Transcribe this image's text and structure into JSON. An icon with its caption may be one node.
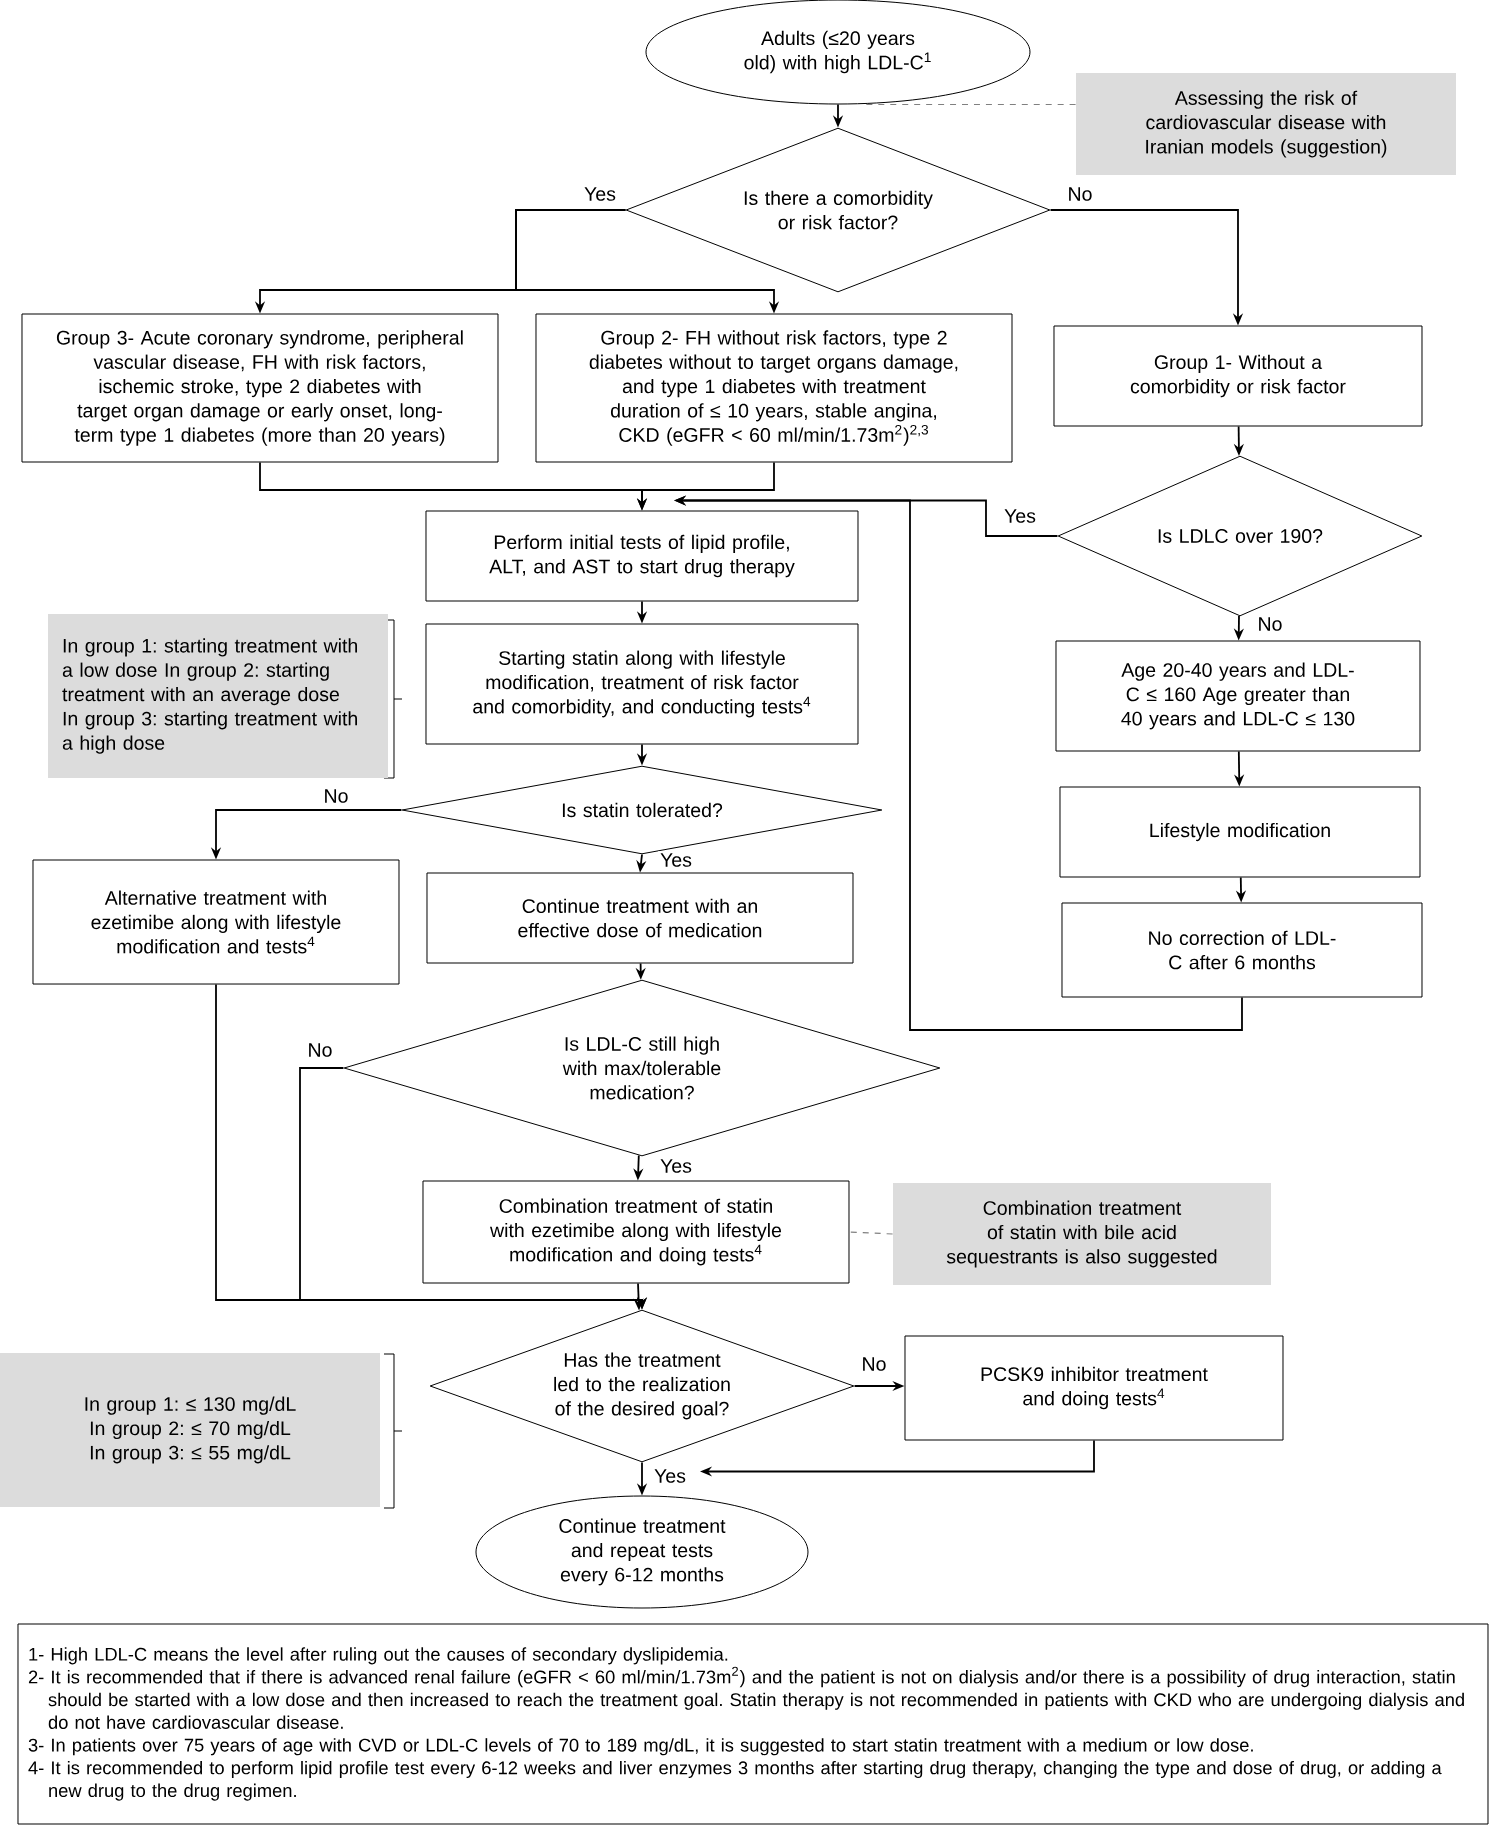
{
  "diagram": {
    "nodes": [
      {
        "text": [
          "Adults (≤20 years old) with high LDL-C$^{1}$"
        ]
      },
      {
        "text": [
          "Assessing the risk of cardiovascular disease with Iranian models (suggestion)"
        ]
      },
      {
        "text": [
          "Is there a comorbidity or risk factor?"
        ]
      },
      {
        "text": [
          "Group 3- Acute coronary syndrome, peripheral vascular disease, FH with risk factors, ischemic stroke, type 2 diabetes with target organ damage or early onset, long-term type 1 diabetes (more than 20 years)"
        ]
      },
      {
        "text": [
          "Group 2- FH without risk factors, type 2 diabetes without to target organs damage, and type 1 diabetes with treatment duration of ≤ 10 years, stable angina, CKD (eGFR < 60 ml/min/1.73m$^{2}$)$^{2,3}$"
        ]
      },
      {
        "text": [
          "Group 1- Without a comorbidity or risk factor"
        ]
      },
      {
        "text": [
          "Perform initial tests of lipid profile, ALT, and AST to start drug therapy"
        ]
      },
      {
        "text": [
          "In group 1: starting treatment with a low dose In group 2: starting treatment with an average dose In group 3: starting treatment with a high dose"
        ]
      },
      {
        "text": [
          "Starting statin along with lifestyle modification, treatment of risk factor and comorbidity, and conducting tests$^{4}$"
        ]
      },
      {
        "text": [
          "Is statin tolerated?"
        ]
      },
      {
        "text": [
          "Alternative treatment with ezetimibe along with lifestyle modification and tests$^{4}$"
        ]
      },
      {
        "text": [
          "Continue treatment with an effective dose of medication"
        ]
      },
      {
        "text": [
          "Is LDLC over 190?"
        ]
      },
      {
        "text": [
          "Age 20-40 years and LDL-C ≤ 160 Age greater than 40 years and LDL-C ≤ 130"
        ]
      },
      {
        "text": [
          "Lifestyle modification"
        ]
      },
      {
        "text": [
          "No correction of LDL-C after 6 months"
        ]
      },
      {
        "text": [
          "Is LDL-C still high with max/tolerable medication?"
        ]
      },
      {
        "text": [
          "Combination treatment of statin with ezetimibe along with lifestyle modification and doing tests$^{4}$"
        ]
      },
      {
        "text": [
          "Combination treatment of statin with bile acid sequestrants is also suggested"
        ]
      },
      {
        "text": [
          "Has the treatment led to the realization of the desired goal?"
        ]
      },
      {
        "text": [
          "In group 1: ≤ 130 mg/dL In group 2: ≤ 70 mg/dL In group 3: ≤ 55 mg/dL"
        ]
      },
      {
        "text": [
          "PCSK9 inhibitor treatment and doing tests$^{4}$"
        ]
      },
      {
        "text": [
          "Continue treatment and repeat tests every 6-12 months"
        ]
      },
      {
        "text": [
          "1- High LDL-C means the level after ruling out the causes of secondary dyslipidemia.",
          "2- It is recommended that if there is advanced renal failure (eGFR < 60 ml/min/1.73m$^{2}$) and the patient is not on dialysis and/or there is a possibility of drug interaction, statin should be started with a low dose and then increased to reach the treatment goal. Statin therapy is not recommended in patients with CKD who are undergoing dialysis and do not have cardiovascular disease.",
          "3- In patients over 75 years of age with CVD or LDL-C levels of 70 to 189 mg/dL, it is suggested to start statin treatment with a medium or low dose.",
          "4- It is recommended to perform lipid profile test every 6-12 weeks and liver enzymes 3 months after starting drug therapy, changing the type and dose of drug, or adding a new drug to the drug regimen."
        ]
      }
    ],
    "edges": [
      {
        "from": 0,
        "to": 2,
        "arrow": "to"
      },
      {
        "from": 1,
        "to": 0,
        "arrow": "none",
        "style": "dashed",
        "color": "#808080"
      },
      {
        "from": 2,
        "to": 3,
        "arrow": "to",
        "label": "Yes"
      },
      {
        "from": 2,
        "to": 4,
        "arrow": "to"
      },
      {
        "from": 2,
        "to": 5,
        "arrow": "to",
        "label": "No"
      },
      {
        "from": 3,
        "to": 6,
        "arrow": "to"
      },
      {
        "from": 4,
        "to": 6,
        "arrow": "to"
      },
      {
        "from": 5,
        "to": 12,
        "arrow": "to"
      },
      {
        "from": 12,
        "to": 6,
        "arrow": "to",
        "label": "Yes"
      },
      {
        "from": 6,
        "to": 8,
        "arrow": "to"
      },
      {
        "from": 8,
        "to": 9,
        "arrow": "to"
      },
      {
        "from": 9,
        "to": 10,
        "arrow": "to",
        "label": "No"
      },
      {
        "from": 9,
        "to": 11,
        "arrow": "to",
        "label": "Yes"
      },
      {
        "from": 12,
        "to": 13,
        "arrow": "to",
        "label": "No"
      },
      {
        "from": 13,
        "to": 14,
        "arrow": "to"
      },
      {
        "from": 14,
        "to": 15,
        "arrow": "to"
      },
      {
        "from": 15,
        "to": 6,
        "arrow": "to"
      },
      {
        "from": 11,
        "to": 16,
        "arrow": "to"
      },
      {
        "from": 16,
        "to": 17,
        "arrow": "to",
        "label": "Yes"
      },
      {
        "from": 16,
        "to": 19,
        "arrow": "to",
        "label": "No"
      },
      {
        "from": 10,
        "to": 19,
        "arrow": "to"
      },
      {
        "from": 17,
        "to": 19,
        "arrow": "to"
      },
      {
        "from": 19,
        "to": 21,
        "arrow": "to",
        "label": "No"
      },
      {
        "from": 19,
        "to": 22,
        "arrow": "to",
        "label": "Yes"
      },
      {
        "from": 21,
        "to": 22,
        "arrow": "to"
      },
      {
        "from": 18,
        "to": 17,
        "arrow": "none",
        "style": "dashed",
        "color": "#808080"
      }
    ]
  }
}
